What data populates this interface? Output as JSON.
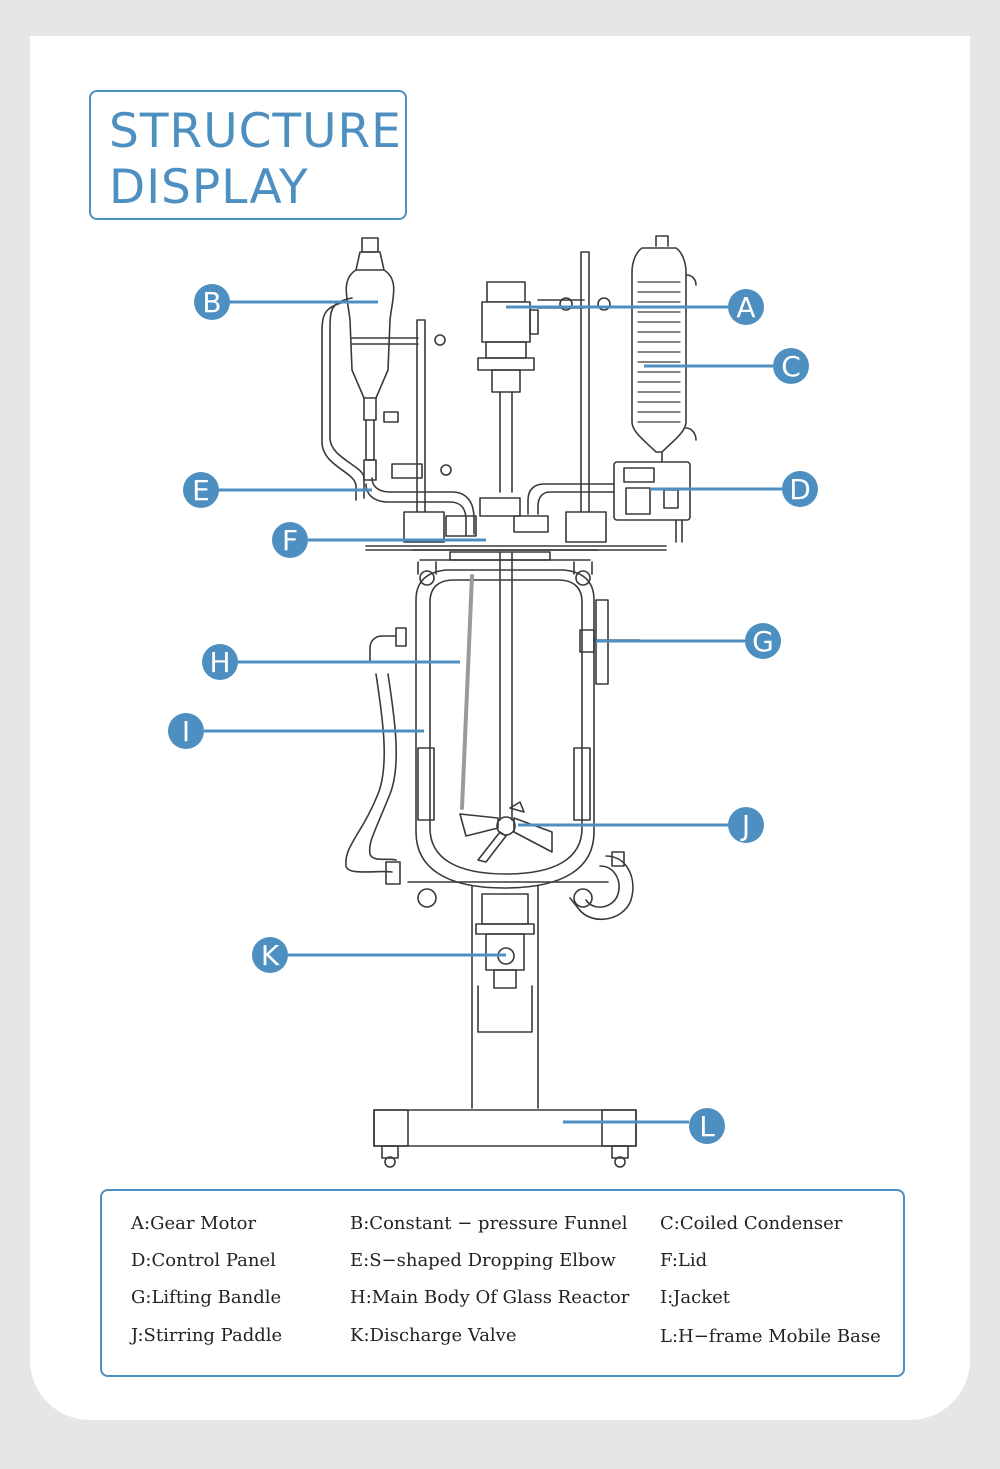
{
  "title": {
    "line1": "STRUCTURE",
    "line2": "DISPLAY"
  },
  "colors": {
    "accent": "#4d8fc0",
    "line": "#3a3a3a",
    "card": "#ffffff",
    "background": "#e4e6e8"
  },
  "callouts": [
    "A",
    "B",
    "C",
    "D",
    "E",
    "F",
    "G",
    "H",
    "I",
    "J",
    "K",
    "L"
  ],
  "legend": {
    "A": "A:Gear Motor",
    "B": "B:Constant − pressure Funnel",
    "C": "C:Coiled Condenser",
    "D": "D:Control Panel",
    "E": "E:S−shaped Dropping Elbow",
    "F": "F:Lid",
    "G": "G:Lifting Bandle",
    "H": "H:Main Body Of Glass Reactor",
    "I": "I:Jacket",
    "J": "J:Stirring Paddle",
    "K": "K:Discharge Valve",
    "L": "L:H−frame Mobile Base"
  }
}
